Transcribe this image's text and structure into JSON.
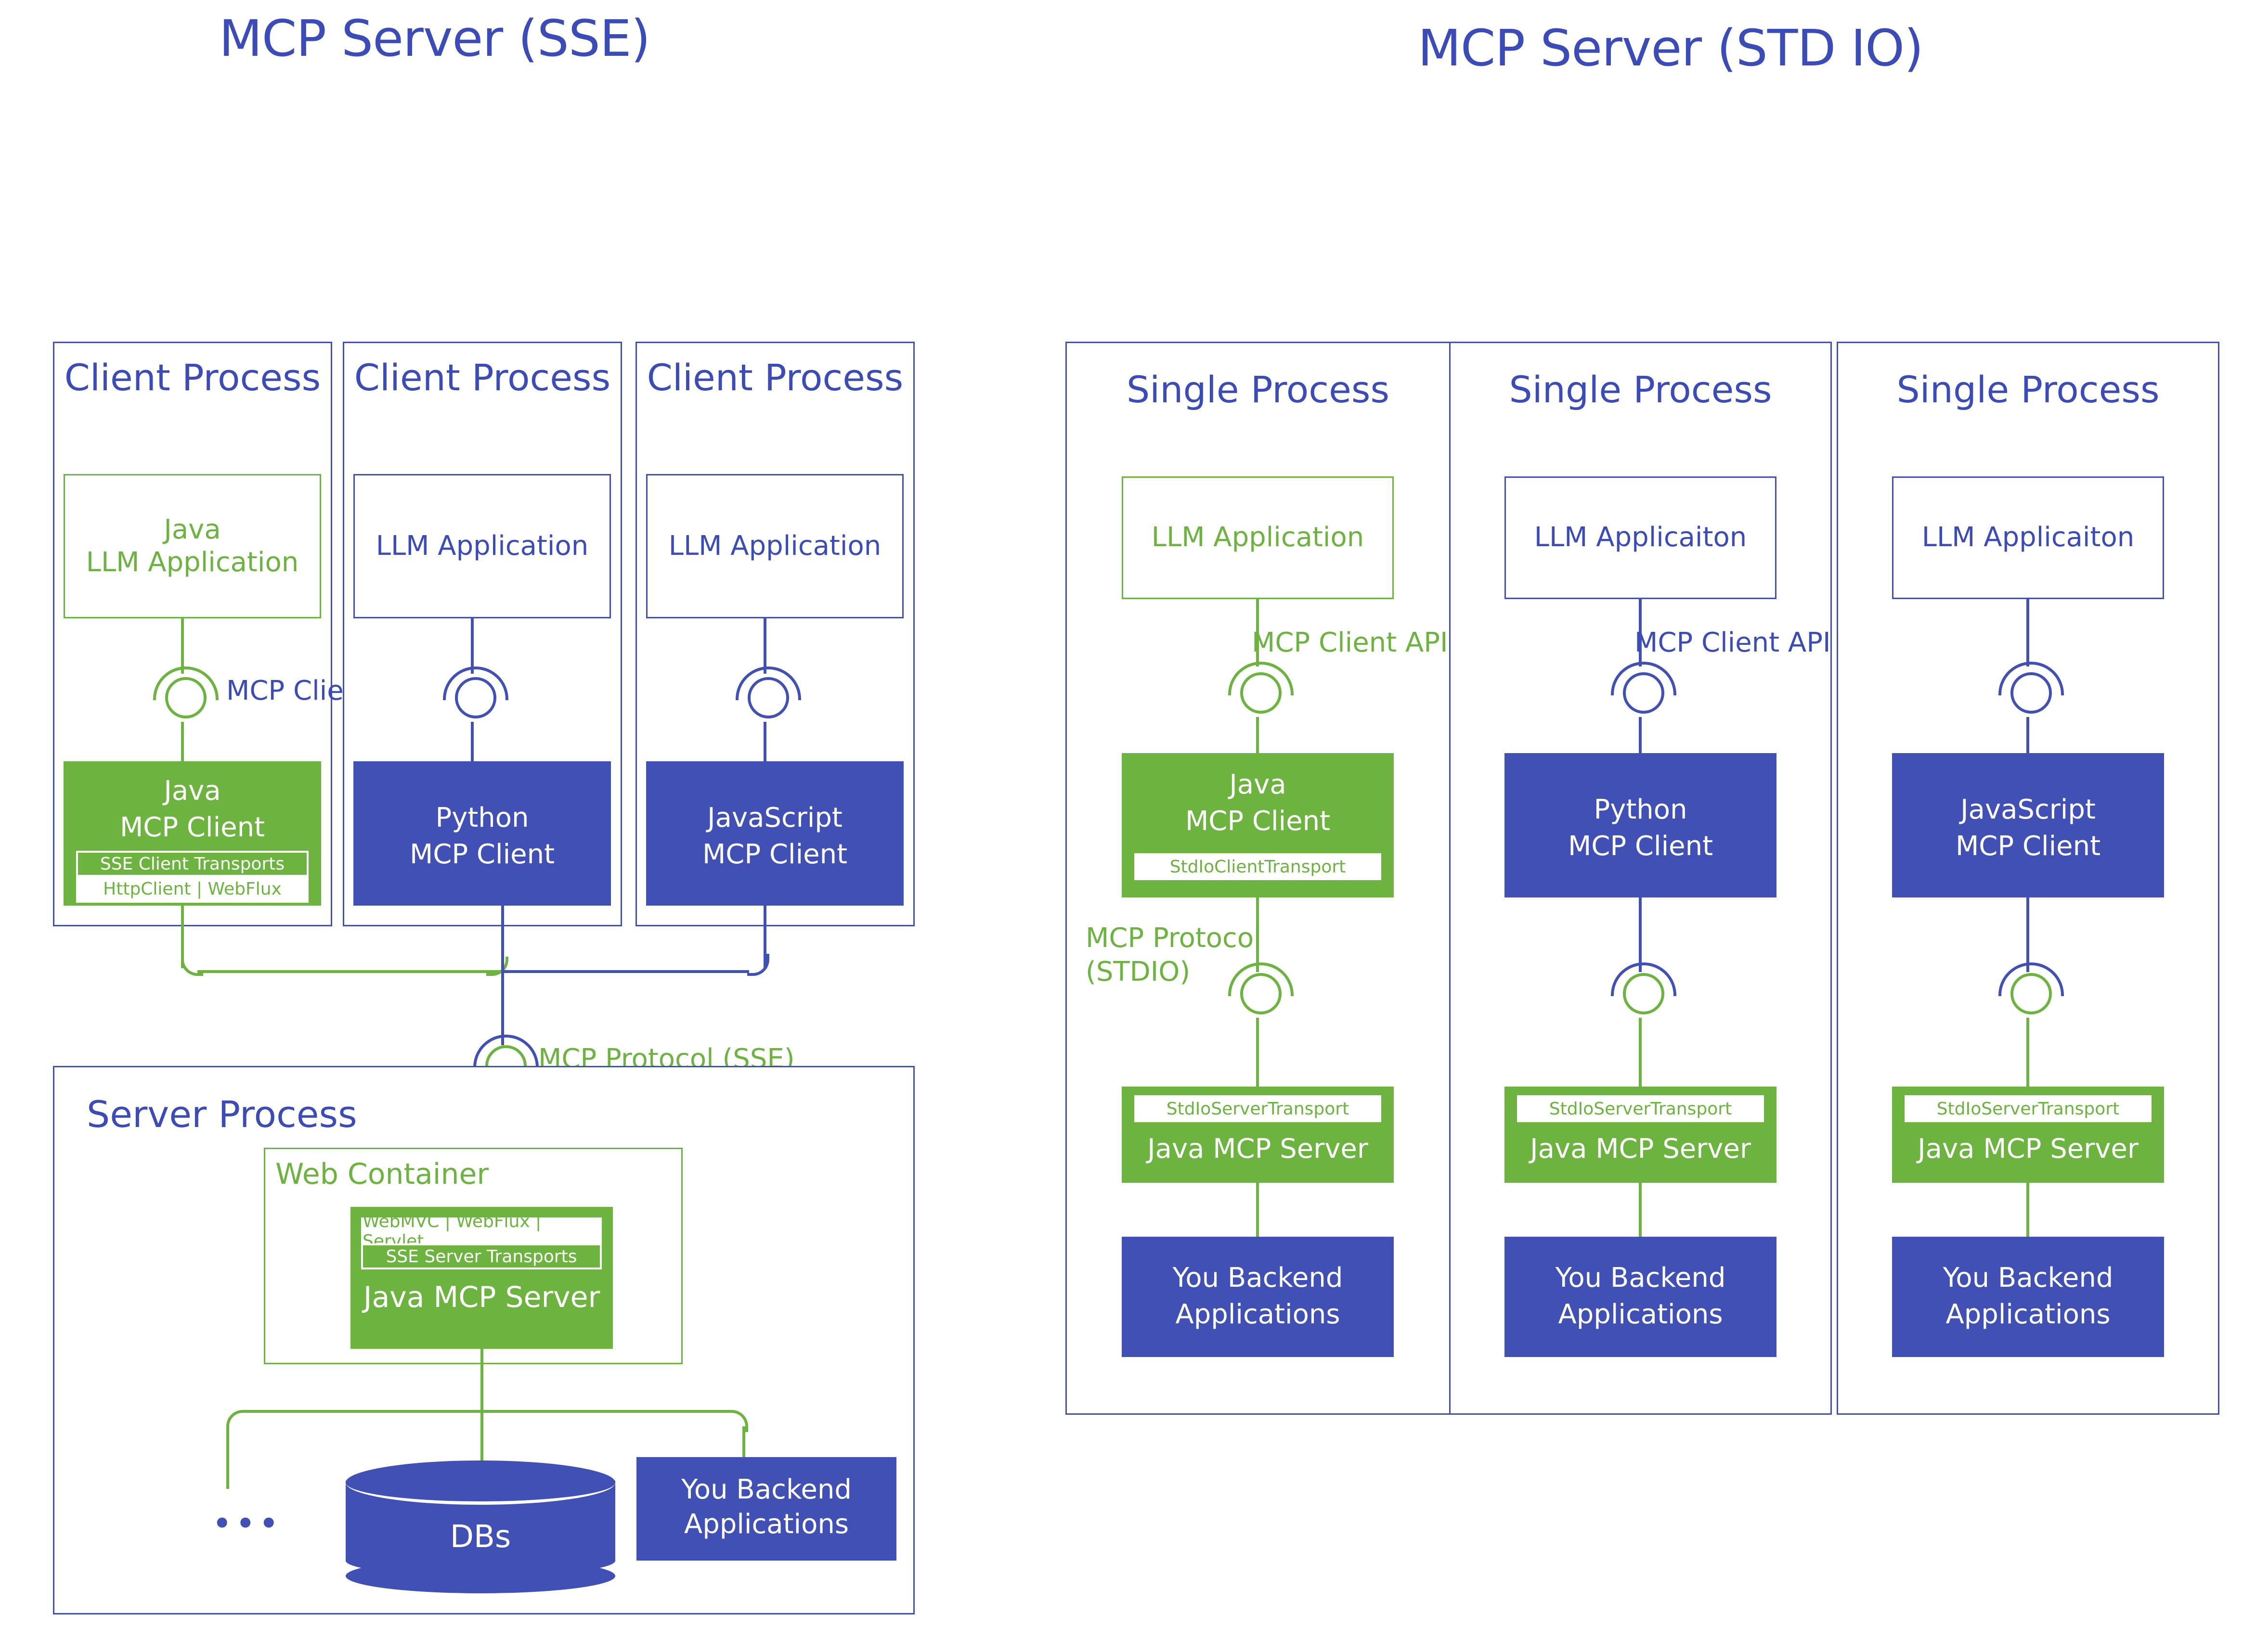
{
  "diagram": {
    "titles": {
      "left": "MCP Server (SSE)",
      "right": "MCP Server (STD IO)"
    },
    "colors": {
      "blue": "#4150B5",
      "title_blue": "#3B4CB8",
      "green": "#6CB33F",
      "white": "#FFFFFF"
    },
    "sse": {
      "clients": [
        {
          "process_label": "Client Process",
          "app_line1": "Java",
          "app_line2": "LLM Application",
          "app_color": "green",
          "client_line1": "Java",
          "client_line2": "MCP Client",
          "client_color": "green",
          "transport_title": "SSE Client Transports",
          "transport_detail": "HttpClient | WebFlux",
          "api_label": "MCP Client API"
        },
        {
          "process_label": "Client Process",
          "app_line1": "",
          "app_line2": "LLM Application",
          "app_color": "blue",
          "client_line1": "Python",
          "client_line2": "MCP Client",
          "client_color": "blue",
          "transport_title": "",
          "transport_detail": "",
          "api_label": ""
        },
        {
          "process_label": "Client Process",
          "app_line1": "",
          "app_line2": "LLM Application",
          "app_color": "blue",
          "client_line1": "JavaScript",
          "client_line2": "MCP Client",
          "client_color": "blue",
          "transport_title": "",
          "transport_detail": "",
          "api_label": ""
        }
      ],
      "protocol_label": "MCP Protocol (SSE)",
      "server": {
        "process_label": "Server Process",
        "web_container_label": "Web Container",
        "transport_detail": "WebMVC | WebFlux | Servlet",
        "transport_title": "SSE Server Transports",
        "server_label": "Java MCP Server"
      },
      "backends": {
        "ellipsis": "•••",
        "db_label": "DBs",
        "apps_line1": "You Backend",
        "apps_line2": "Applications"
      }
    },
    "stdio": {
      "columns": [
        {
          "process_label": "Single Process",
          "app_label": "LLM Application",
          "app_color": "green",
          "api_label": "MCP Client API",
          "api_color": "green",
          "client_line1": "Java",
          "client_line2": "MCP Client",
          "client_color": "green",
          "client_transport": "StdIoClientTransport",
          "protocol_line1": "MCP Protocol",
          "protocol_line2": "(STDIO)",
          "server_transport": "StdIoServerTransport",
          "server_label": "Java MCP Server",
          "backend_line1": "You Backend",
          "backend_line2": "Applications"
        },
        {
          "process_label": "Single Process",
          "app_label": "LLM Applicaiton",
          "app_color": "blue",
          "api_label": "MCP Client API",
          "api_color": "blue",
          "client_line1": "Python",
          "client_line2": "MCP Client",
          "client_color": "blue",
          "client_transport": "",
          "protocol_line1": "",
          "protocol_line2": "",
          "server_transport": "StdIoServerTransport",
          "server_label": "Java MCP Server",
          "backend_line1": "You Backend",
          "backend_line2": "Applications"
        },
        {
          "process_label": "Single Process",
          "app_label": "LLM Applicaiton",
          "app_color": "blue",
          "api_label": "",
          "api_color": "blue",
          "client_line1": "JavaScript",
          "client_line2": "MCP Client",
          "client_color": "blue",
          "client_transport": "",
          "protocol_line1": "",
          "protocol_line2": "",
          "server_transport": "StdIoServerTransport",
          "server_label": "Java MCP Server",
          "backend_line1": "You Backend",
          "backend_line2": "Applications"
        }
      ]
    }
  }
}
